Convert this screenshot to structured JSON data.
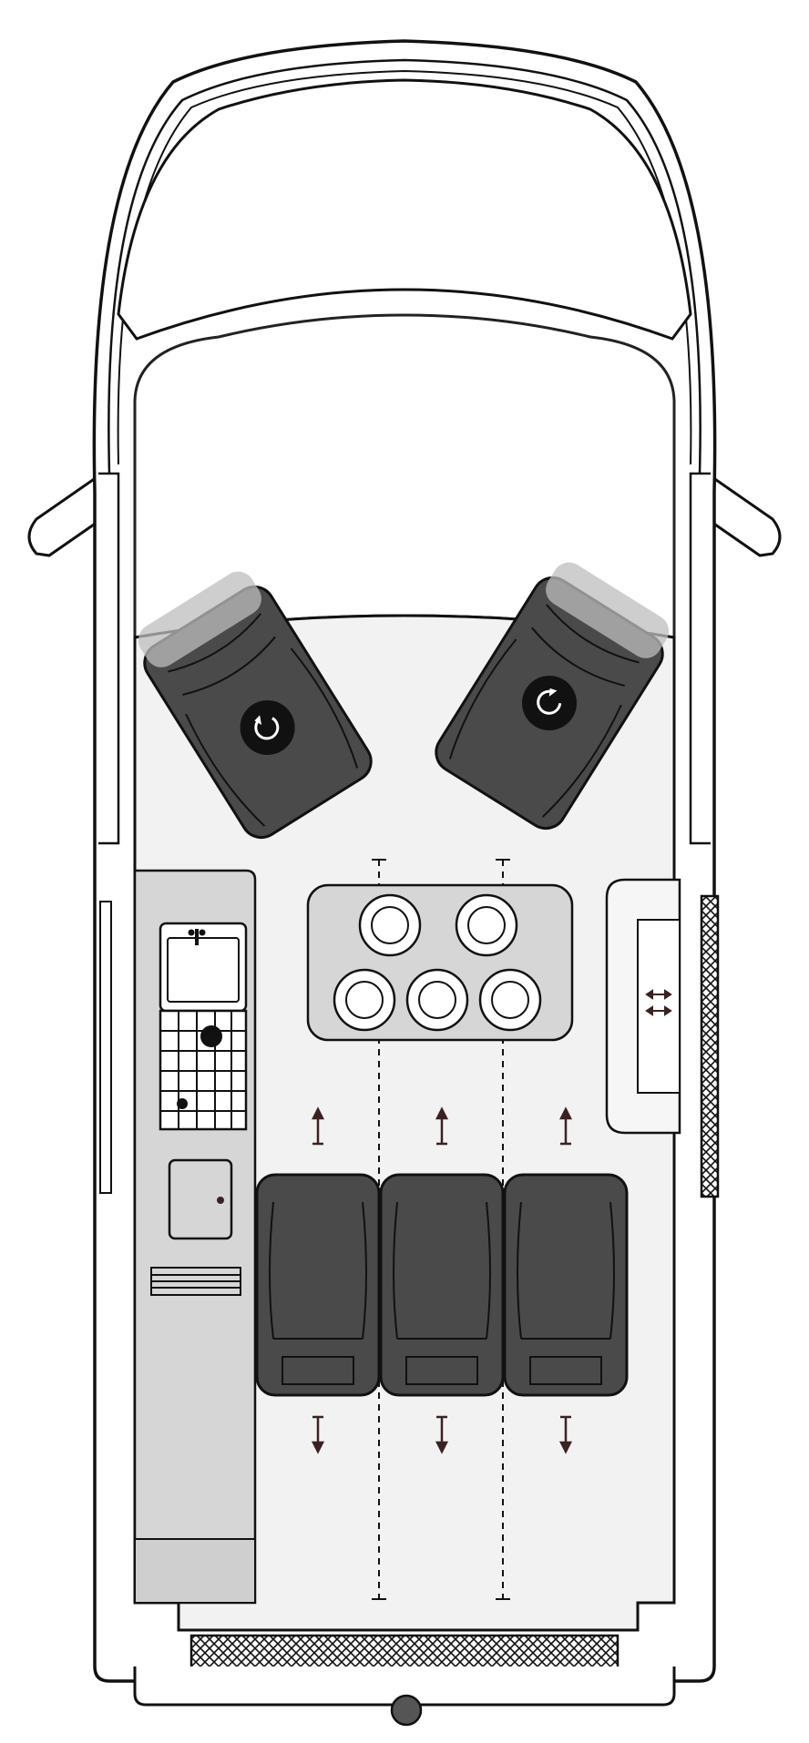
{
  "diagram": {
    "kind": "camper-van-floor-plan",
    "view": "top-down",
    "colors": {
      "outline": "#111111",
      "floor": "#f2f2f2",
      "furniture": "#d6d6d6",
      "seat": "#4a4a4a",
      "seat_dark": "#1a1a1a",
      "arrow": "#3a2222"
    },
    "front_seats": [
      {
        "id": "driver",
        "feature": "swivel",
        "icon": "rotate-icon"
      },
      {
        "id": "passenger",
        "feature": "swivel",
        "icon": "rotate-icon"
      }
    ],
    "cooktop_burners": 5,
    "rear_bench_seats": 3,
    "rear_seat_feature": "sliding-on-rails",
    "side_cabinet_feature": "sliding",
    "components": [
      "windshield",
      "side-mirror-left",
      "side-mirror-right",
      "kitchen-counter",
      "sink",
      "stove-grid",
      "fridge",
      "table",
      "seat-rails",
      "side-cabinet",
      "side-net",
      "rear-net",
      "tow-hitch"
    ]
  }
}
